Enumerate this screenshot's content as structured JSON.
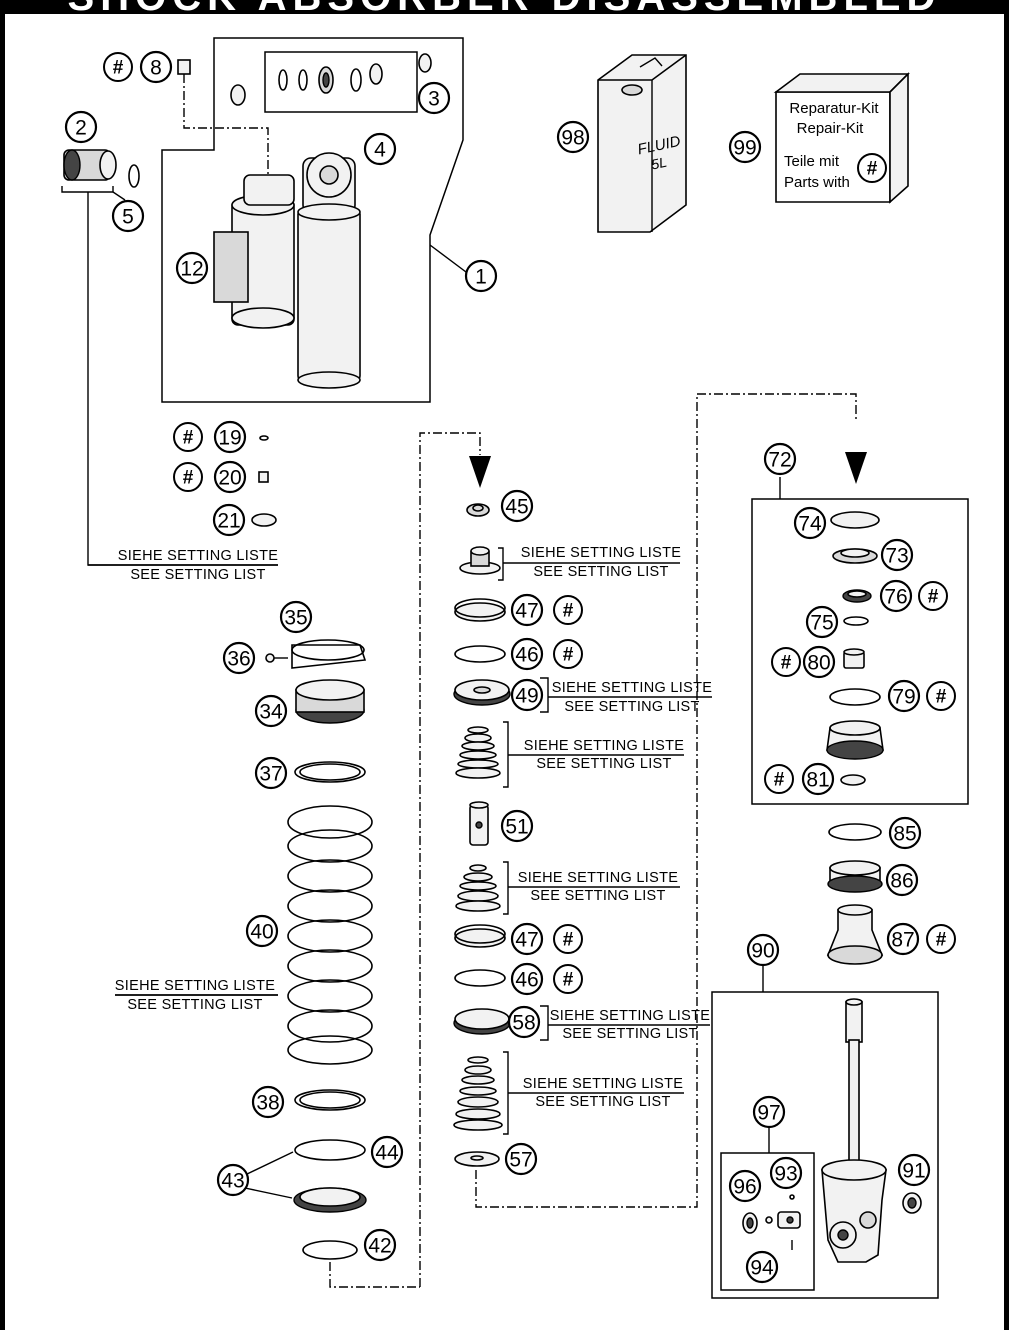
{
  "header_title": "SHOCK ABSORBER DISASSEMBLED",
  "hash_symbol": "#",
  "setting_label_de": "SIEHE SETTING LISTE",
  "setting_label_en": "SEE SETTING LIST",
  "fluid_can": {
    "line1": "FLUID",
    "line2": "5L"
  },
  "repair_kit": {
    "line1": "Reparatur-Kit",
    "line2": "Repair-Kit",
    "line3": "Teile mit",
    "line4": "Parts with"
  },
  "callouts": {
    "c1": "1",
    "c2": "2",
    "c3": "3",
    "c4": "4",
    "c5": "5",
    "c8": "8",
    "c12": "12",
    "c19": "19",
    "c20": "20",
    "c21": "21",
    "c34": "34",
    "c35": "35",
    "c36": "36",
    "c37": "37",
    "c38": "38",
    "c40": "40",
    "c42": "42",
    "c43": "43",
    "c44": "44",
    "c45": "45",
    "c46a": "46",
    "c46b": "46",
    "c47a": "47",
    "c47b": "47",
    "c49": "49",
    "c51": "51",
    "c57": "57",
    "c58": "58",
    "c72": "72",
    "c73": "73",
    "c74": "74",
    "c75": "75",
    "c76": "76",
    "c79": "79",
    "c80": "80",
    "c81": "81",
    "c85": "85",
    "c86": "86",
    "c87": "87",
    "c90": "90",
    "c91": "91",
    "c93": "93",
    "c94": "94",
    "c96": "96",
    "c97": "97",
    "c98": "98",
    "c99": "99"
  }
}
